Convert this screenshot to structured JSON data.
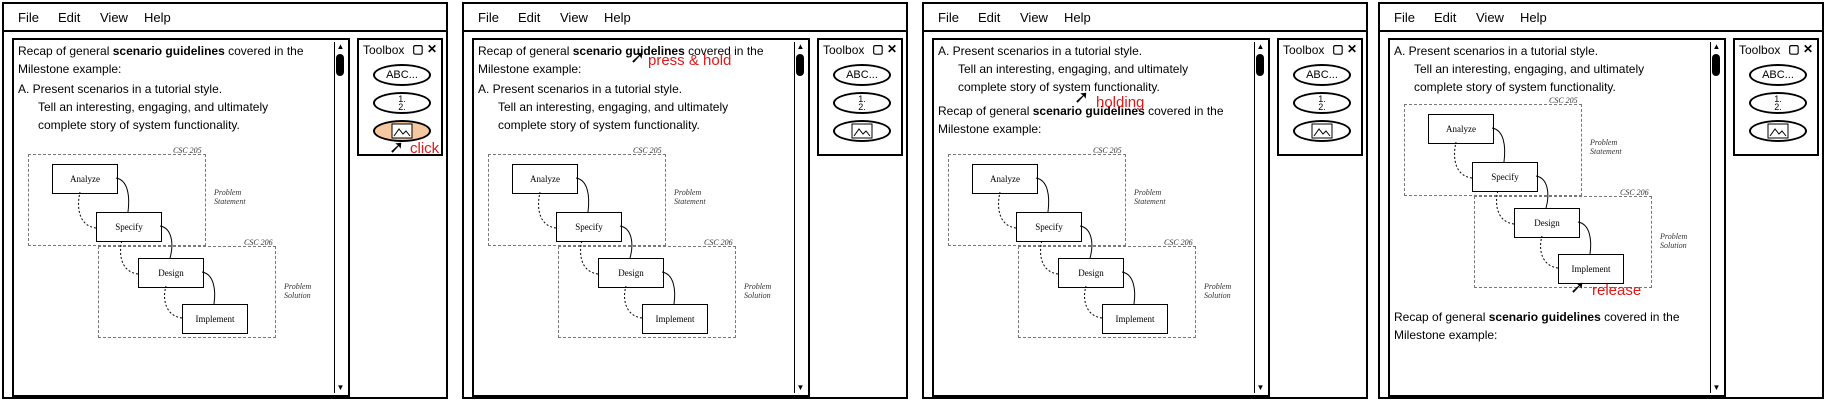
{
  "menu": [
    "File",
    "Edit",
    "View",
    "Help"
  ],
  "toolbox": {
    "title": "Toolbox",
    "controls": "▢ ✕",
    "text_button": "ABC...",
    "list_button": [
      "1.",
      "2."
    ]
  },
  "doc": {
    "recap_pre": "Recap of general ",
    "recap_bold": "scenario guidelines",
    "recap_post": " covered in the Milestone example:",
    "point_a": "A. Present scenarios in a tutorial style.",
    "point_a_detail": "Tell an interesting, engaging, and ultimately complete story of system functionality."
  },
  "diagram": {
    "analyze": "Analyze",
    "specify": "Specify",
    "design": "Design",
    "implement": "Implement",
    "csc205_top": "CSC 205",
    "csc205_bottom": "CSC 206",
    "problem_statement": "Problem Statement",
    "problem_solution": "Problem Solution"
  },
  "annotations": {
    "panel1": "click",
    "panel2": "press & hold",
    "panel3": "holding",
    "panel4": "release"
  },
  "colors": {
    "annotation": "#e01818",
    "active_tool": "#f5c8a0"
  }
}
